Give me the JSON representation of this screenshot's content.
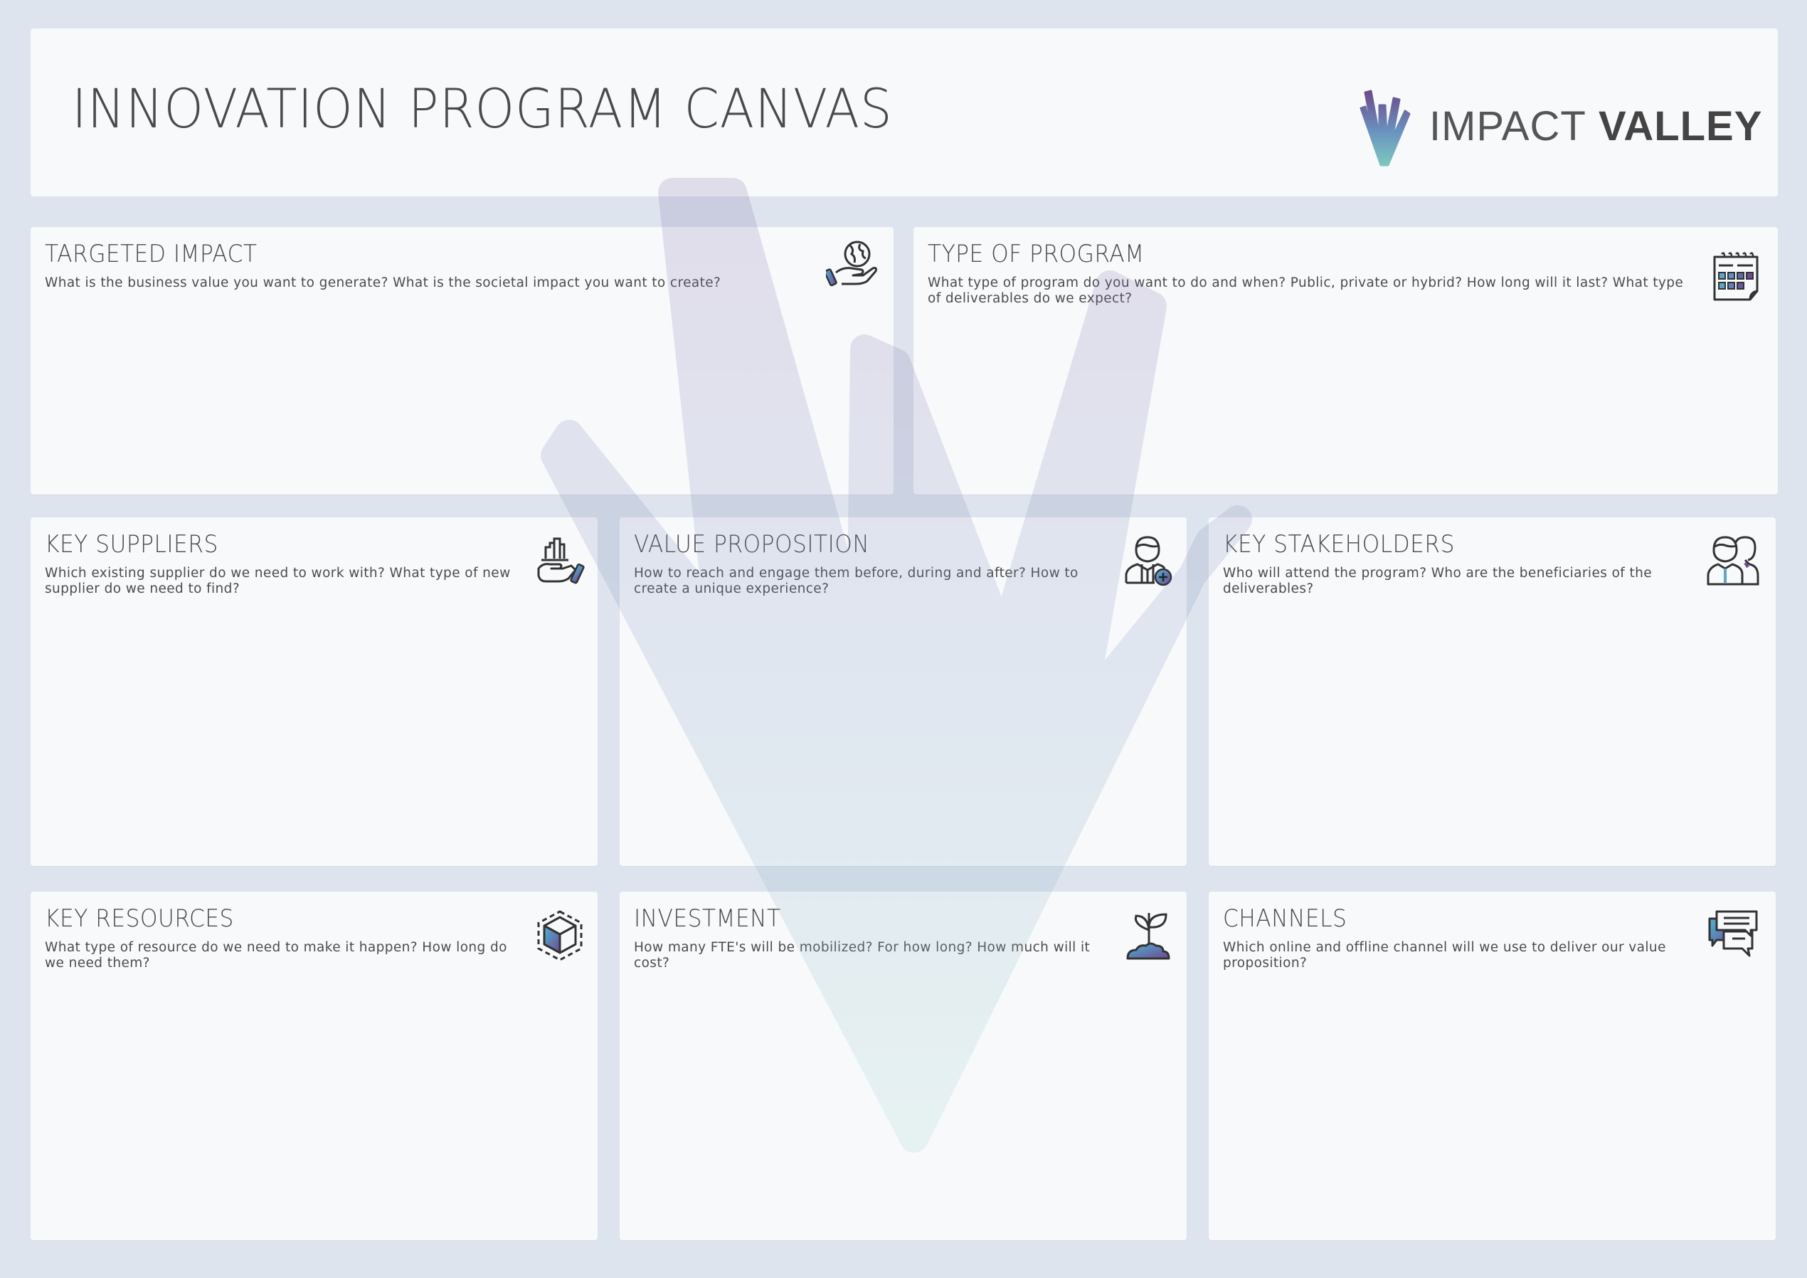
{
  "header": {
    "title": "INNOVATION PROGRAM CANVAS",
    "logo": {
      "light": "IMPACT",
      "bold": "VALLEY",
      "icon": "hand-logo-icon"
    }
  },
  "colors": {
    "background": "#dde4ed",
    "card": "#f7f9fb",
    "text": "#4a4a4a",
    "accent_purple": "#6d4f94",
    "accent_blue": "#5aa7c9",
    "accent_teal": "#7cc5bf"
  },
  "blocks": [
    {
      "id": "targeted-impact",
      "title": "TARGETED IMPACT",
      "description": "What is the business value you want to generate? What is the societal impact you want to create?",
      "icon": "hand-globe-icon"
    },
    {
      "id": "type-of-program",
      "title": "TYPE OF PROGRAM",
      "description": "What type of program do you want to do and when? Public, private or hybrid? How long will it last? What type of deliverables do we expect?",
      "icon": "calendar-icon"
    },
    {
      "id": "key-suppliers",
      "title": "KEY SUPPLIERS",
      "description": "Which existing supplier do we need to work with? What type of new supplier do we need to find?",
      "icon": "hand-building-icon"
    },
    {
      "id": "value-proposition",
      "title": "VALUE PROPOSITION",
      "description": "How to reach and engage them before, during and after? How to create a unique experience?",
      "icon": "user-add-icon"
    },
    {
      "id": "key-stakeholders",
      "title": "KEY STAKEHOLDERS",
      "description": "Who will attend the program? Who are the beneficiaries of the deliverables?",
      "icon": "two-users-icon"
    },
    {
      "id": "key-resources",
      "title": "KEY RESOURCES",
      "description": "What type of resource do we need to make it happen? How long do we need them?",
      "icon": "cube-icon"
    },
    {
      "id": "investment",
      "title": "INVESTMENT",
      "description": "How many FTE's will be mobilized? For how long? How much will it cost?",
      "icon": "plant-icon"
    },
    {
      "id": "channels",
      "title": "CHANNELS",
      "description": "Which online and offline channel will we use to deliver our value proposition?",
      "icon": "chat-bubbles-icon"
    }
  ]
}
